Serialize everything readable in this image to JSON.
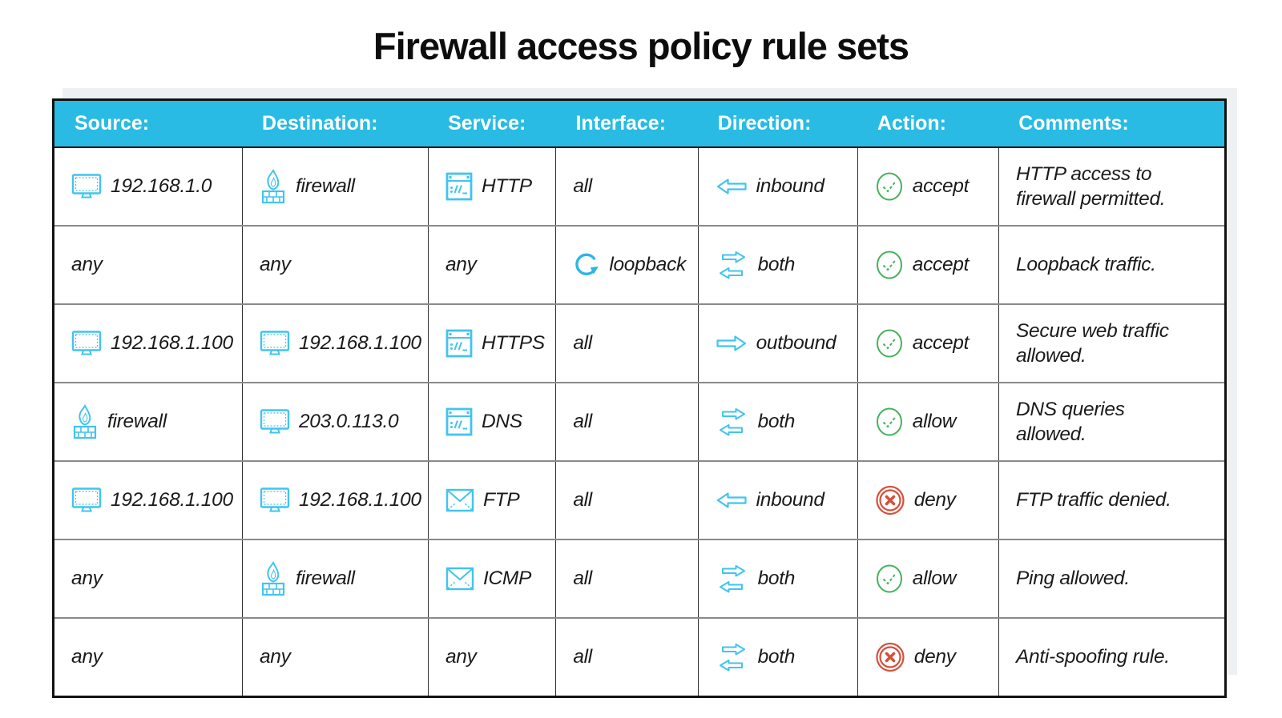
{
  "page": {
    "title": "Firewall access policy rule sets"
  },
  "colors": {
    "header_bg": "#29bbe3",
    "icon_cyan": "#41c4ee",
    "loop_cyan": "#2eb6e4",
    "accept_green": "#46b25c",
    "deny_red": "#d5503a",
    "panel_gray": "#eef0f2"
  },
  "table": {
    "headers": [
      "Source:",
      "Destination:",
      "Service:",
      "Interface:",
      "Direction:",
      "Action:",
      "Comments:"
    ],
    "rows": [
      {
        "source": {
          "icon": "monitor-icon",
          "text": "192.168.1.0"
        },
        "destination": {
          "icon": "firewall-icon",
          "text": "firewall"
        },
        "service": {
          "icon": "browser-icon",
          "text": "HTTP"
        },
        "interface": {
          "icon": null,
          "text": "all"
        },
        "direction": {
          "icon": "arrow-left-icon",
          "text": "inbound"
        },
        "action": {
          "icon": "accept-icon",
          "text": "accept"
        },
        "comments": "HTTP access to firewall permitted."
      },
      {
        "source": {
          "icon": null,
          "text": "any"
        },
        "destination": {
          "icon": null,
          "text": "any"
        },
        "service": {
          "icon": null,
          "text": "any"
        },
        "interface": {
          "icon": "loopback-icon",
          "text": "loopback"
        },
        "direction": {
          "icon": "arrows-both-icon",
          "text": "both"
        },
        "action": {
          "icon": "accept-icon",
          "text": "accept"
        },
        "comments": "Loopback traffic."
      },
      {
        "source": {
          "icon": "monitor-icon",
          "text": "192.168.1.100"
        },
        "destination": {
          "icon": "monitor-icon",
          "text": "192.168.1.100"
        },
        "service": {
          "icon": "browser-icon",
          "text": "HTTPS"
        },
        "interface": {
          "icon": null,
          "text": "all"
        },
        "direction": {
          "icon": "arrow-right-icon",
          "text": "outbound"
        },
        "action": {
          "icon": "accept-icon",
          "text": "accept"
        },
        "comments": "Secure web traffic allowed."
      },
      {
        "source": {
          "icon": "firewall-icon",
          "text": "firewall"
        },
        "destination": {
          "icon": "monitor-icon",
          "text": "203.0.113.0"
        },
        "service": {
          "icon": "browser-icon",
          "text": "DNS"
        },
        "interface": {
          "icon": null,
          "text": "all"
        },
        "direction": {
          "icon": "arrows-both-icon",
          "text": "both"
        },
        "action": {
          "icon": "accept-icon",
          "text": "allow"
        },
        "comments": "DNS queries allowed."
      },
      {
        "source": {
          "icon": "monitor-icon",
          "text": "192.168.1.100"
        },
        "destination": {
          "icon": "monitor-icon",
          "text": "192.168.1.100"
        },
        "service": {
          "icon": "envelope-icon",
          "text": "FTP"
        },
        "interface": {
          "icon": null,
          "text": "all"
        },
        "direction": {
          "icon": "arrow-left-icon",
          "text": "inbound"
        },
        "action": {
          "icon": "deny-icon",
          "text": "deny"
        },
        "comments": "FTP traffic denied."
      },
      {
        "source": {
          "icon": null,
          "text": "any"
        },
        "destination": {
          "icon": "firewall-icon",
          "text": "firewall"
        },
        "service": {
          "icon": "envelope-icon",
          "text": "ICMP"
        },
        "interface": {
          "icon": null,
          "text": "all"
        },
        "direction": {
          "icon": "arrows-both-icon",
          "text": "both"
        },
        "action": {
          "icon": "accept-icon",
          "text": "allow"
        },
        "comments": "Ping allowed."
      },
      {
        "source": {
          "icon": null,
          "text": "any"
        },
        "destination": {
          "icon": null,
          "text": "any"
        },
        "service": {
          "icon": null,
          "text": "any"
        },
        "interface": {
          "icon": null,
          "text": "all"
        },
        "direction": {
          "icon": "arrows-both-icon",
          "text": "both"
        },
        "action": {
          "icon": "deny-icon",
          "text": "deny"
        },
        "comments": "Anti-spoofing rule."
      }
    ]
  }
}
